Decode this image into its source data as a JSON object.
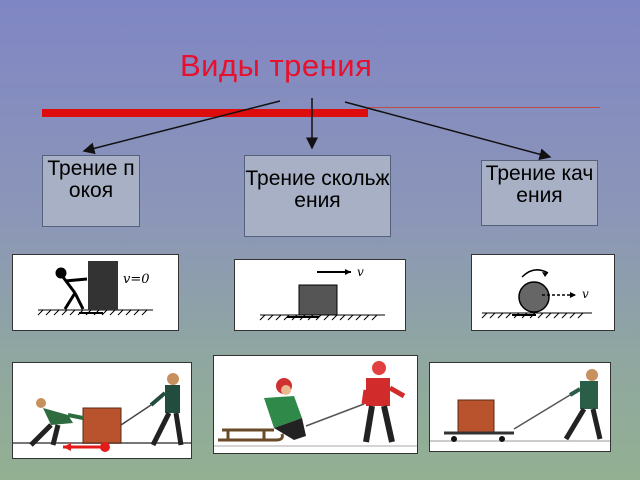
{
  "title": "Виды трения",
  "boxes": {
    "rest": "Трение покоя",
    "sliding": "Трение скольжения",
    "rolling": "Трение качения"
  },
  "diagram_labels": {
    "rest": "v=0",
    "sliding": "v",
    "rolling": "v"
  },
  "colors": {
    "title": "#e8112d",
    "bar": "#dd0d0d",
    "box_fill": "#a7b0c4",
    "crate": "#b8532e"
  }
}
